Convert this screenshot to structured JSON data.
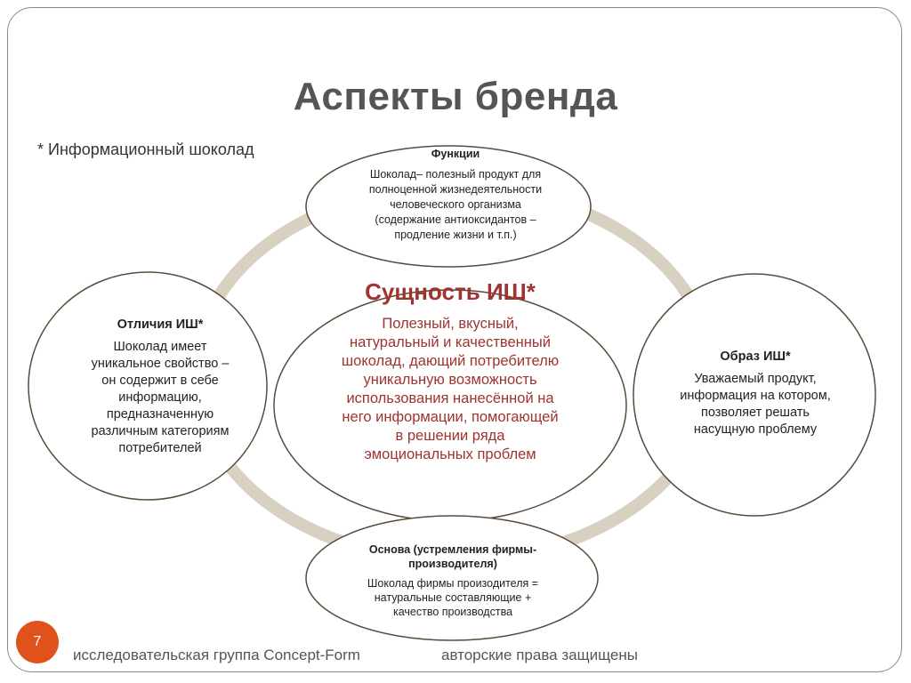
{
  "slide": {
    "title": "Аспекты бренда",
    "footnote": "* Информационный шоколад",
    "page_number": "7",
    "footer_left": "исследовательская группа Concept-Form",
    "footer_right": "авторские права защищены"
  },
  "diagram": {
    "colors": {
      "ring": "#d8d1c2",
      "node_border": "#5a4a3a",
      "essence_text": "#9e3330",
      "badge": "#e0521c"
    },
    "nodes": {
      "functions": {
        "title": "Функции",
        "body": "Шоколад– полезный продукт для\nполноценной  жизнедеятельности\nчеловеческого организма\n(содержание антиоксидантов –\nпродление жизни и т.п.)"
      },
      "differences": {
        "title": "Отличия ИШ*",
        "body": "Шоколад имеет\nуникальное свойство –\nон содержит в себе\nинформацию,\nпредназначенную\nразличным категориям\nпотребителей"
      },
      "essence": {
        "title": "Сущность ИШ*",
        "body": "Полезный, вкусный,\nнатуральный и качественный\nшоколад, дающий потребителю\nуникальную возможность\nиспользования нанесённой на\nнего информации, помогающей\nв решении ряда\nэмоциональных  проблем"
      },
      "image": {
        "title": "Образ ИШ*",
        "body": "Уважаемый продукт,\nинформация на котором,\nпозволяет решать\nнасущную проблему"
      },
      "basis": {
        "title": "Основа (устремления фирмы-\nпроизводителя)",
        "body": "Шоколад фирмы произодителя =\nнатуральные составляющие +\nкачество производства"
      }
    }
  }
}
